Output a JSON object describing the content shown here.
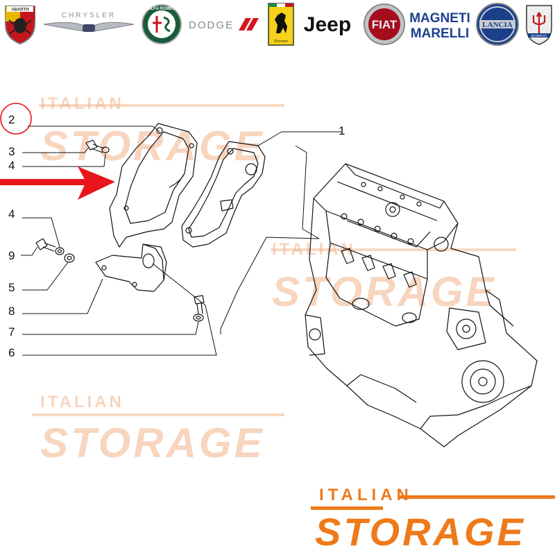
{
  "brand_logos": [
    {
      "name": "ABARTH",
      "icon": "scorpion-shield-icon"
    },
    {
      "name": "CHRYSLER",
      "icon": "winged-badge-icon"
    },
    {
      "name": "ALFA ROMEO",
      "icon": "cross-serpent-roundel-icon"
    },
    {
      "name": "DODGE",
      "icon": "stripes-icon"
    },
    {
      "name": "Ferrari",
      "icon": "prancing-horse-icon"
    },
    {
      "name": "Jeep",
      "icon": "jeep-wordmark-icon"
    },
    {
      "name": "FIAT",
      "icon": "fiat-roundel-icon"
    },
    {
      "name": "MAGNETI MARELLI",
      "icon": "magneti-marelli-wordmark-icon"
    },
    {
      "name": "LANCIA",
      "icon": "lancia-roundel-icon"
    },
    {
      "name": "MASERATI",
      "icon": "trident-icon"
    }
  ],
  "callouts": [
    "1",
    "2",
    "3",
    "4",
    "4",
    "9",
    "5",
    "8",
    "7",
    "6"
  ],
  "watermark": {
    "top": "ITALIAN",
    "bottom": "STORAGE"
  },
  "footer": {
    "top": "ITALIAN",
    "bottom": "STORAGE"
  },
  "colors": {
    "accent": "#ef7a1a",
    "watermark": "#f2b48a",
    "arrow": "#e8161b",
    "highlight_circle": "#e8161b",
    "line": "#111111"
  }
}
